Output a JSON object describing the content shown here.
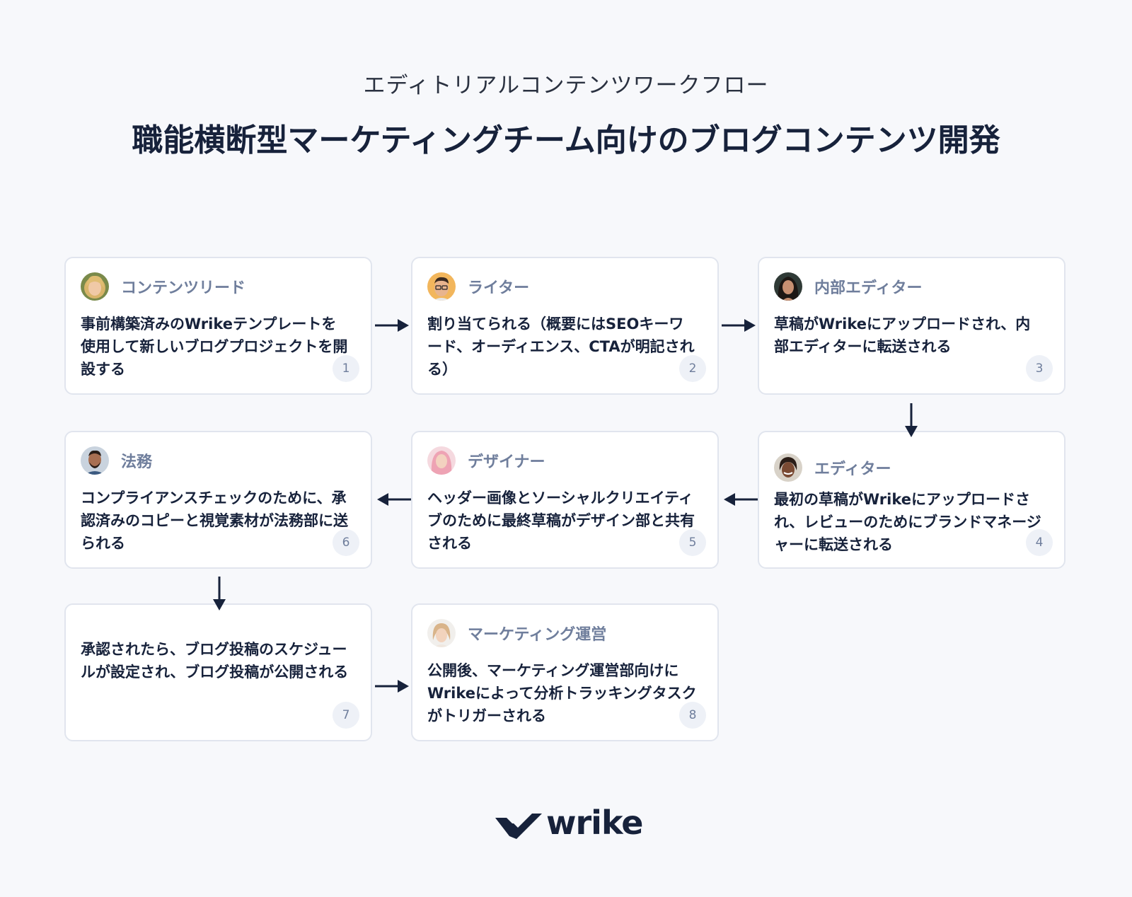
{
  "header": {
    "subtitle": "エディトリアルコンテンツワークフロー",
    "title": "職能横断型マーケティングチーム向けのブログコンテンツ開発"
  },
  "steps": [
    {
      "number": "1",
      "role": "コンテンツリード",
      "text": "事前構築済みのWrikeテンプレートを使用して新しいブログプロジェクトを開設する",
      "avatar": "avatar-blonde-curly-hair"
    },
    {
      "number": "2",
      "role": "ライター",
      "text": "割り当てられる（概要にはSEOキーワード、オーディエンス、CTAが明記される）",
      "avatar": "avatar-man-glasses"
    },
    {
      "number": "3",
      "role": "内部エディター",
      "text": "草稿がWrikeにアップロードされ、内部エディターに転送される",
      "avatar": "avatar-woman-dark-hair"
    },
    {
      "number": "4",
      "role": "エディター",
      "text": "最初の草稿がWrikeにアップロードされ、レビューのためにブランドマネージャーに転送される",
      "avatar": "avatar-woman-dark-skin"
    },
    {
      "number": "5",
      "role": "デザイナー",
      "text": "ヘッダー画像とソーシャルクリエイティブのために最終草稿がデザイン部と共有される",
      "avatar": "avatar-woman-pink-hair"
    },
    {
      "number": "6",
      "role": "法務",
      "text": "コンプライアンスチェックのために、承認済みのコピーと視覚素材が法務部に送られる",
      "avatar": "avatar-man-beard"
    },
    {
      "number": "7",
      "role": "",
      "text": "承認されたら、ブログ投稿のスケジュールが設定され、ブログ投稿が公開される",
      "avatar": ""
    },
    {
      "number": "8",
      "role": "マーケティング運営",
      "text": "公開後、マーケティング運営部向けにWrikeによって分析トラッキングタスクがトリガーされる",
      "avatar": "avatar-woman-light-hair"
    }
  ],
  "logo": {
    "text": "wrike",
    "icon": "wrike-checkmark-icon"
  }
}
